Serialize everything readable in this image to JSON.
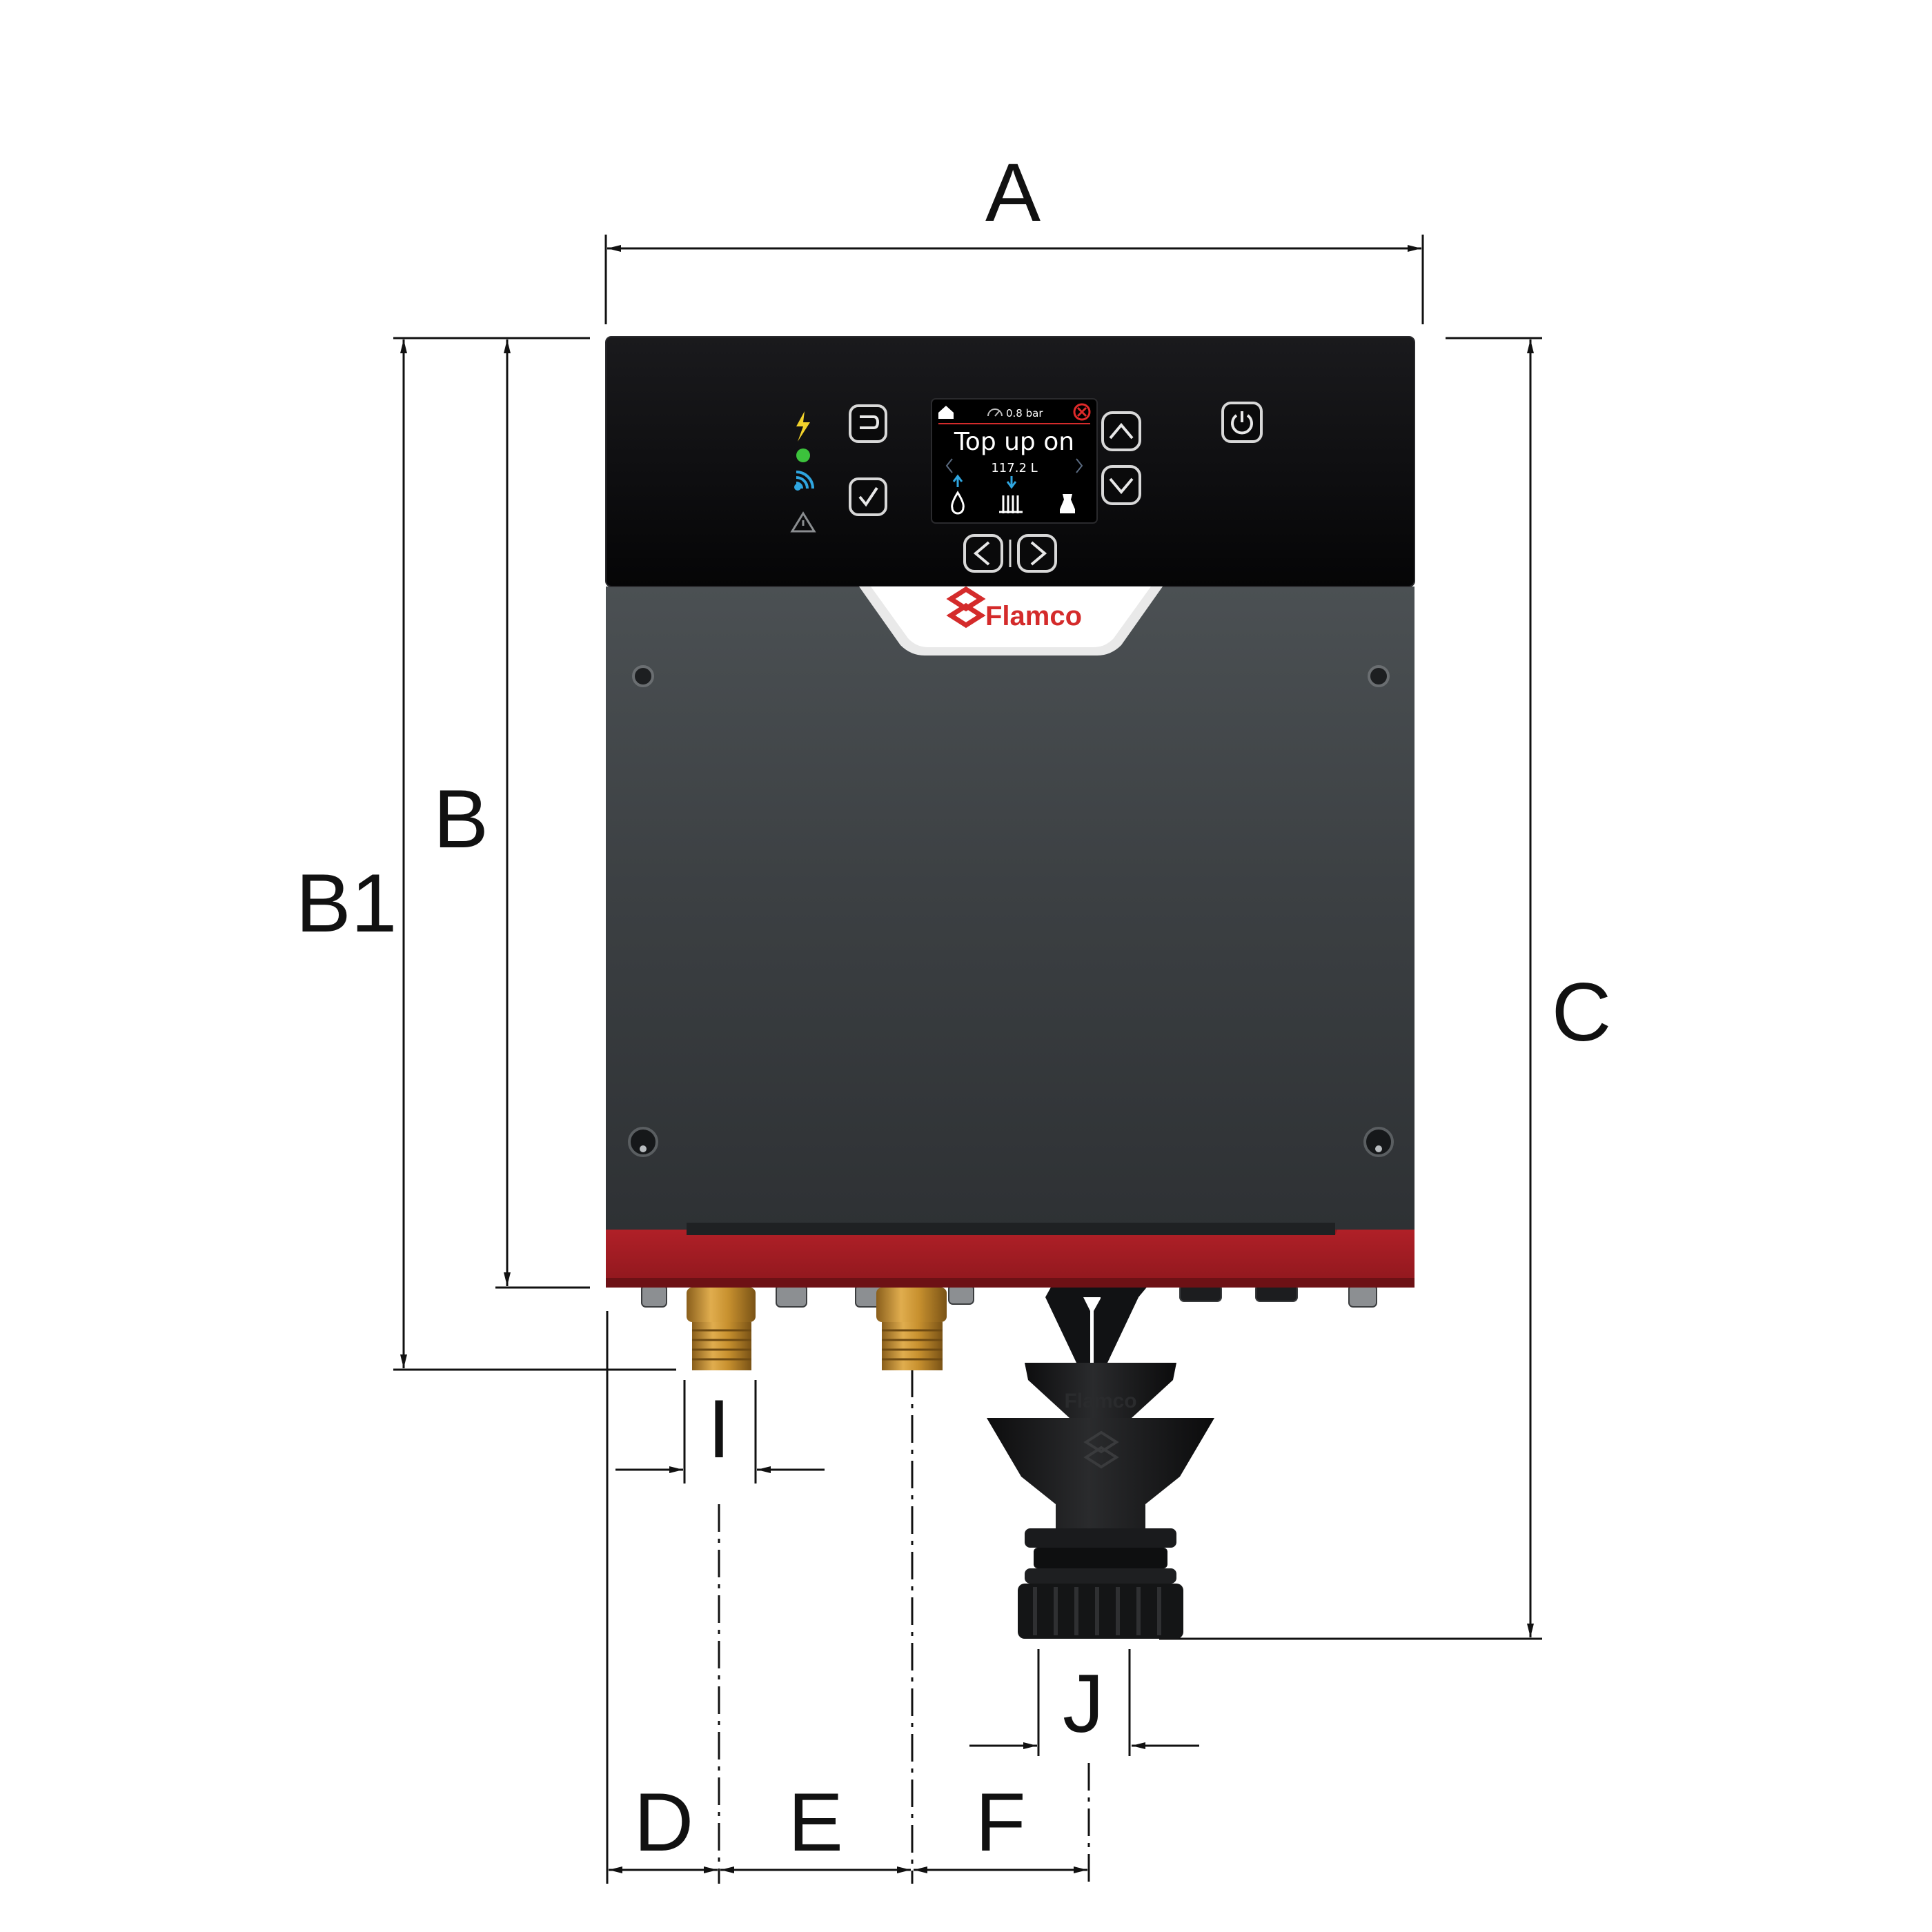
{
  "dimensions": {
    "A": "A",
    "B": "B",
    "B1": "B1",
    "C": "C",
    "D": "D",
    "E": "E",
    "F": "F",
    "I": "I",
    "J": "J"
  },
  "device": {
    "brand": "Flamco",
    "connector_brand": "Flamco",
    "screen": {
      "pressure": "0.8 bar",
      "title": "Top up on",
      "volume": "117.2 L"
    }
  },
  "colors": {
    "panel_black": "#0c0c0e",
    "body_grey": "#3b3f42",
    "base_red": "#a51d24",
    "brand_red": "#d42b2b",
    "brass": "#c8912f",
    "led_green": "#3cc23c",
    "led_yellow": "#f2d22b",
    "wifi_blue": "#2fa6e0"
  },
  "icons": [
    "lightning-icon",
    "status-led-icon",
    "wifi-icon",
    "warning-icon",
    "back-icon",
    "check-icon",
    "up-icon",
    "down-icon",
    "left-icon",
    "right-icon",
    "power-icon",
    "home-icon",
    "gauge-icon",
    "error-icon",
    "drop-icon",
    "radiator-icon",
    "tap-icon"
  ]
}
